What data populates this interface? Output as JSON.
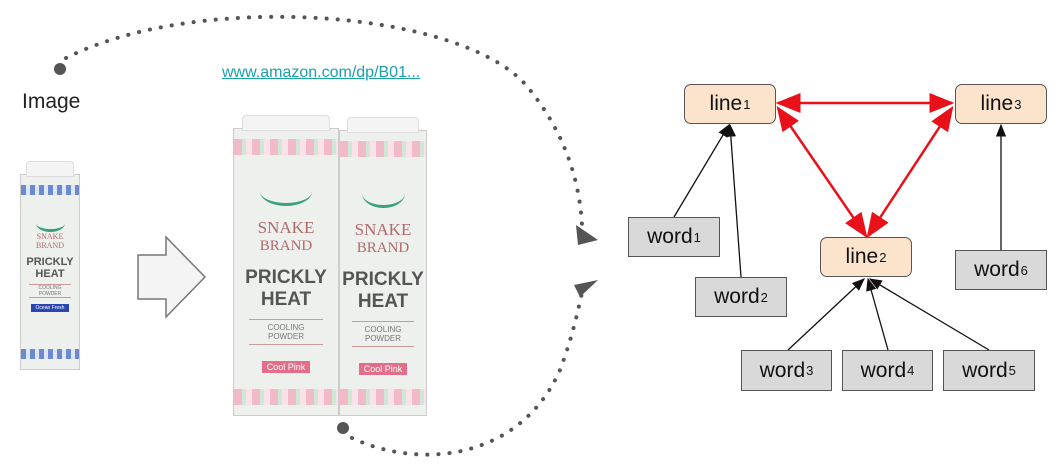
{
  "image_label": "Image",
  "product_url": "www.amazon.com/dp/B01...",
  "product": {
    "brand_line1": "SNAKE",
    "brand_line2": "BRAND",
    "name_line1": "PRICKLY",
    "name_line2": "HEAT",
    "desc_line1": "COOLING",
    "desc_line2": "POWDER",
    "variant_large": "Cool Pink",
    "variant_small": "Ocean Fresh"
  },
  "graph": {
    "lines": [
      {
        "base": "line",
        "sub": "1"
      },
      {
        "base": "line",
        "sub": "2"
      },
      {
        "base": "line",
        "sub": "3"
      }
    ],
    "words": [
      {
        "base": "word",
        "sub": "1"
      },
      {
        "base": "word",
        "sub": "2"
      },
      {
        "base": "word",
        "sub": "3"
      },
      {
        "base": "word",
        "sub": "4"
      },
      {
        "base": "word",
        "sub": "5"
      },
      {
        "base": "word",
        "sub": "6"
      }
    ],
    "edge_colors": {
      "line_link": "#e8111a",
      "word_link": "#111111"
    }
  }
}
